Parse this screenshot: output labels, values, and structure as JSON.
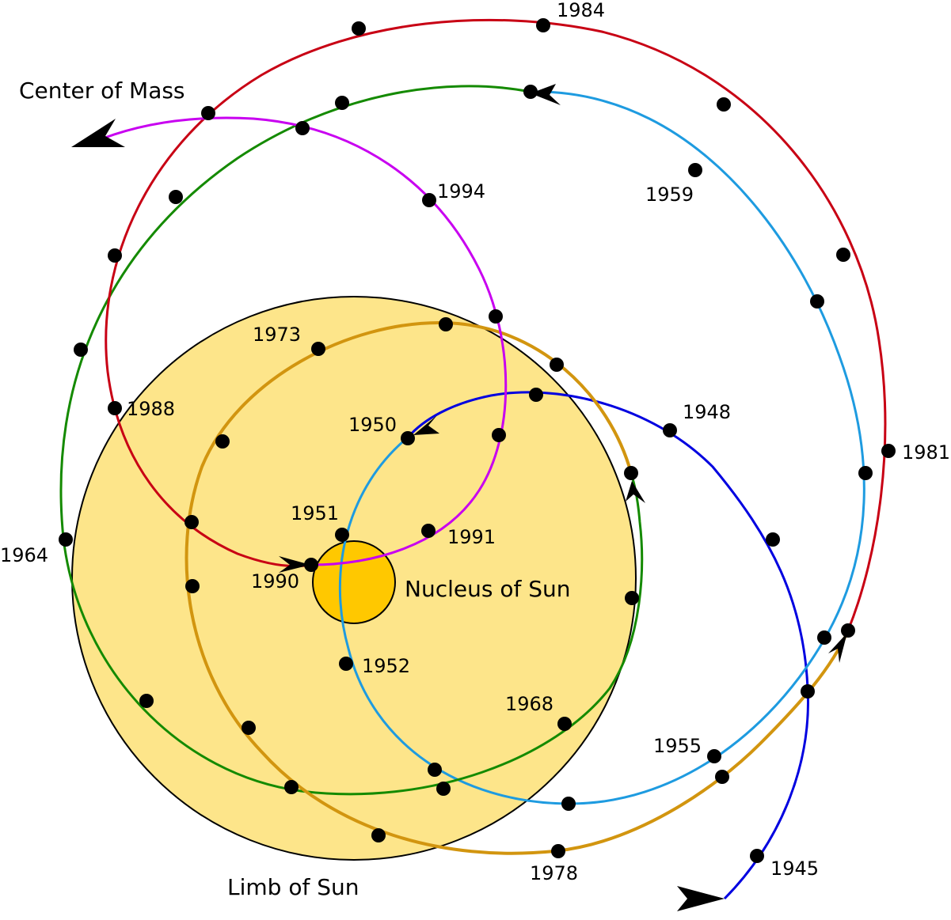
{
  "labels": {
    "center_of_mass": "Center of Mass",
    "nucleus_of_sun": "Nucleus of Sun",
    "limb_of_sun": "Limb of Sun"
  },
  "years": {
    "y1945": "1945",
    "y1948": "1948",
    "y1950": "1950",
    "y1951": "1951",
    "y1952": "1952",
    "y1955": "1955",
    "y1959": "1959",
    "y1964": "1964",
    "y1968": "1968",
    "y1973": "1973",
    "y1978": "1978",
    "y1981": "1981",
    "y1984": "1984",
    "y1988": "1988",
    "y1990": "1990",
    "y1991": "1991",
    "y1994": "1994"
  },
  "colors": {
    "sun_disk": "#fde58a",
    "nucleus": "#ffc800",
    "path_blue": "#0000e0",
    "path_lightblue": "#1e9be0",
    "path_green": "#148a00",
    "path_orange": "#d2950f",
    "path_red": "#c80014",
    "path_magenta": "#c800f0"
  }
}
